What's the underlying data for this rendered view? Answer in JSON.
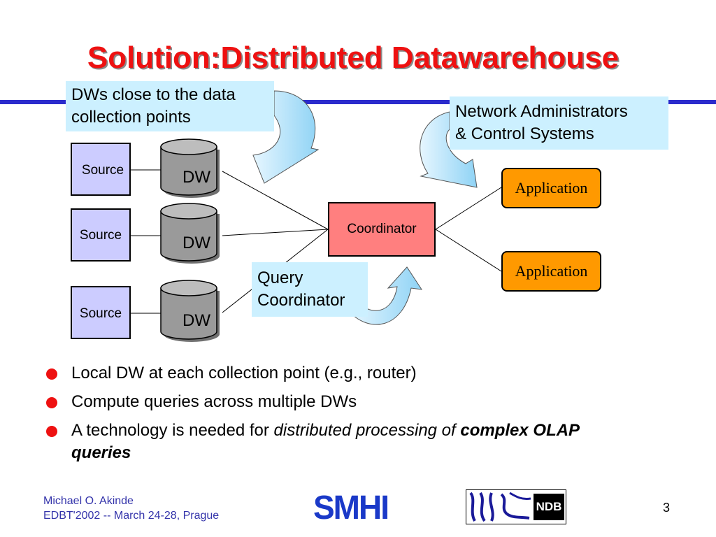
{
  "title": "Solution:Distributed Datawarehouse",
  "callouts": {
    "dw_close": [
      "DWs close to the data",
      "collection points"
    ],
    "network": [
      "Network Administrators",
      "& Control Systems"
    ],
    "query": [
      "Query",
      "Coordinator"
    ]
  },
  "sources": [
    {
      "label": "Source"
    },
    {
      "label": "Source"
    },
    {
      "label": "Source"
    }
  ],
  "dw_label": "DW",
  "coordinator_label": "Coordinator",
  "applications": [
    {
      "label": "Application"
    },
    {
      "label": "Application"
    }
  ],
  "bullets": {
    "b1": "Local DW at each collection point (e.g., router)",
    "b2": "Compute queries across multiple DWs",
    "b3_plain": "A technology is needed for ",
    "b3_italic": "distributed processing of ",
    "b3_bold_italic": "complex OLAP queries"
  },
  "footer": {
    "author": "Michael O. Akinde",
    "event": "EDBT'2002 -- March 24-28, Prague"
  },
  "logos": {
    "smhi": "SMHI",
    "ndb": "NDB"
  },
  "page_number": "3",
  "colors": {
    "title": "#ee1111",
    "rule": "#2b2bcc",
    "callout_bg": "#ccf0ff",
    "source_bg": "#ccccff",
    "coordinator_bg": "#ff7f7f",
    "application_bg": "#ff9900",
    "bullet": "#ee1111",
    "footer_text": "#3333aa",
    "smhi_logo": "#1a39c8"
  }
}
